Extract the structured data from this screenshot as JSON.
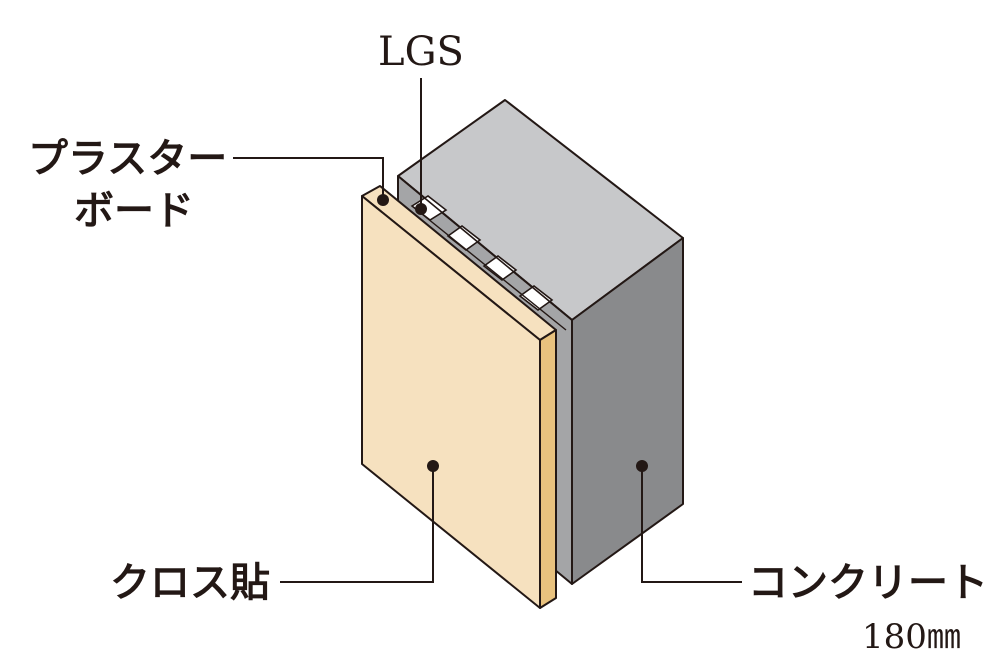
{
  "labels": {
    "lgs": "LGS",
    "plasterboard_line1": "プラスター",
    "plasterboard_line2": "ボード",
    "cloth": "クロス貼",
    "concrete": "コンクリート",
    "concrete_thickness": "180㎜"
  },
  "colors": {
    "concrete_top": "#c7c8ca",
    "concrete_side": "#898a8c",
    "concrete_front": "#a4a5a7",
    "board_face": "#f6e1bf",
    "board_edge": "#e9c27e",
    "outline": "#231815"
  }
}
